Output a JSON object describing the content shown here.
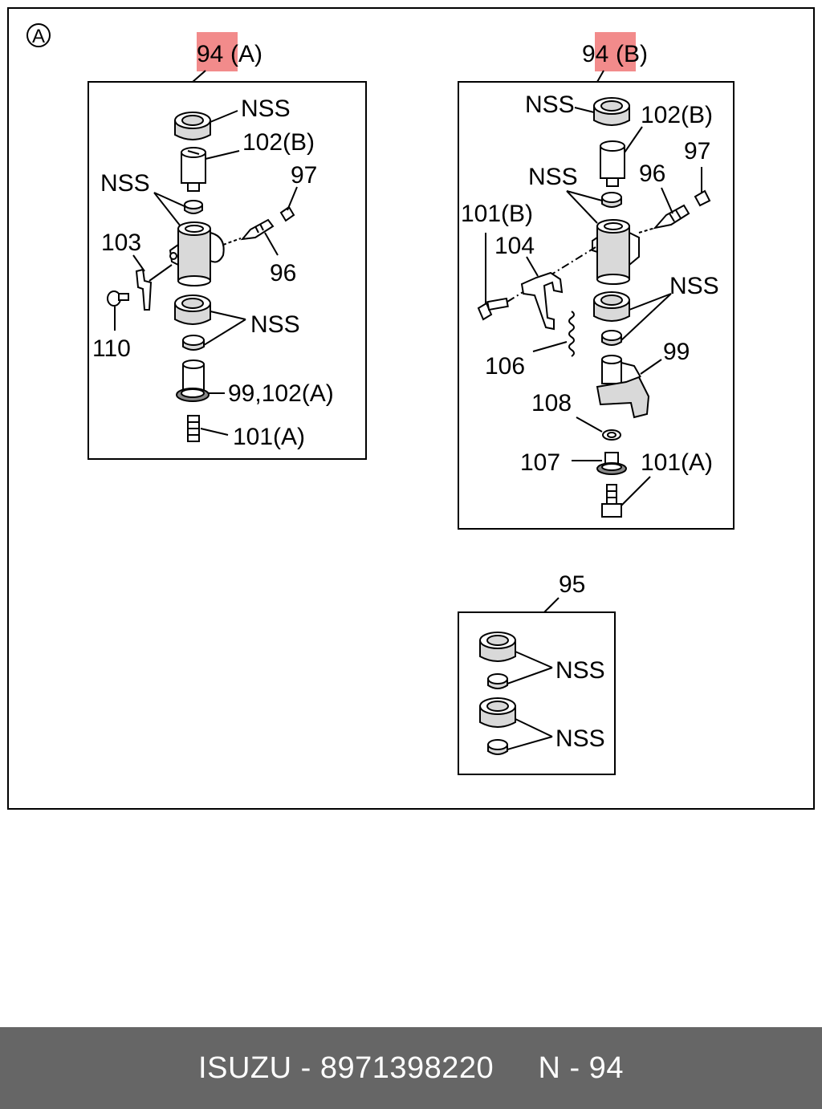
{
  "diagram": {
    "section_marker": "A",
    "highlight_color": "#f28b8b",
    "assembly_a": {
      "callout_num": "94",
      "callout_suffix": "(A)",
      "labels": {
        "nss_top": "NSS",
        "p102b": "102(B)",
        "nss_left": "NSS",
        "p97": "97",
        "p103": "103",
        "p96": "96",
        "p110": "110",
        "nss_mid": "NSS",
        "p99_102a": "99,102(A)",
        "p101a": "101(A)"
      }
    },
    "assembly_b": {
      "callout_num": "94",
      "callout_suffix": "(B)",
      "labels": {
        "nss_top": "NSS",
        "p102b": "102(B)",
        "p97": "97",
        "nss_left": "NSS",
        "p96": "96",
        "p101b": "101(B)",
        "p104": "104",
        "nss_right": "NSS",
        "p99": "99",
        "p106": "106",
        "p108": "108",
        "p107": "107",
        "p101a": "101(A)"
      }
    },
    "kit_95": {
      "callout": "95",
      "nss_1": "NSS",
      "nss_2": "NSS"
    }
  },
  "footer": {
    "brand": "ISUZU",
    "part_number": "8971398220",
    "page_ref": "N - 94"
  }
}
